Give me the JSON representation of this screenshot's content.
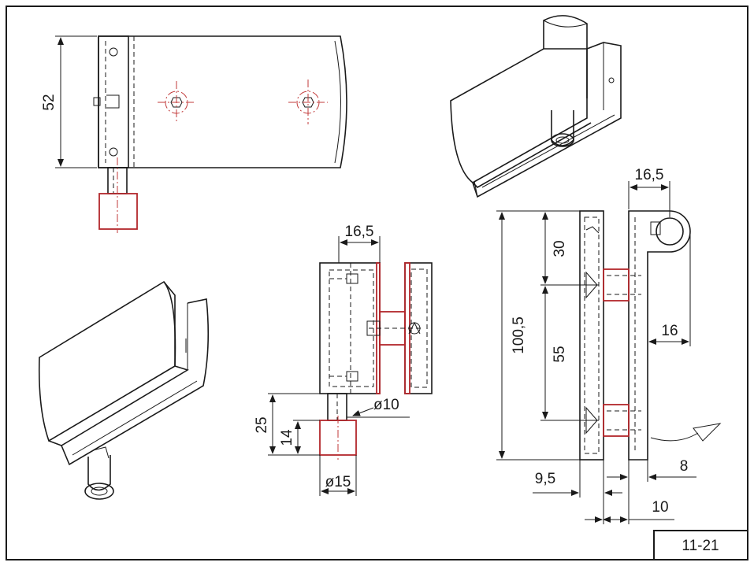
{
  "sheet": {
    "number": "11-21",
    "colors": {
      "line": "#1a1a1a",
      "highlight": "#b2272b",
      "background": "#ffffff"
    }
  },
  "dims": {
    "top_height": "52",
    "front_width": "16,5",
    "front_rod_dia": "ø10",
    "front_total": "25",
    "front_knob_h": "14",
    "front_knob_dia": "ø15",
    "side_width": "16,5",
    "side_top": "30",
    "side_total": "100,5",
    "side_spacing": "55",
    "side_leaf": "16",
    "side_gap": "8",
    "side_plate": "9,5",
    "side_offset": "10"
  }
}
